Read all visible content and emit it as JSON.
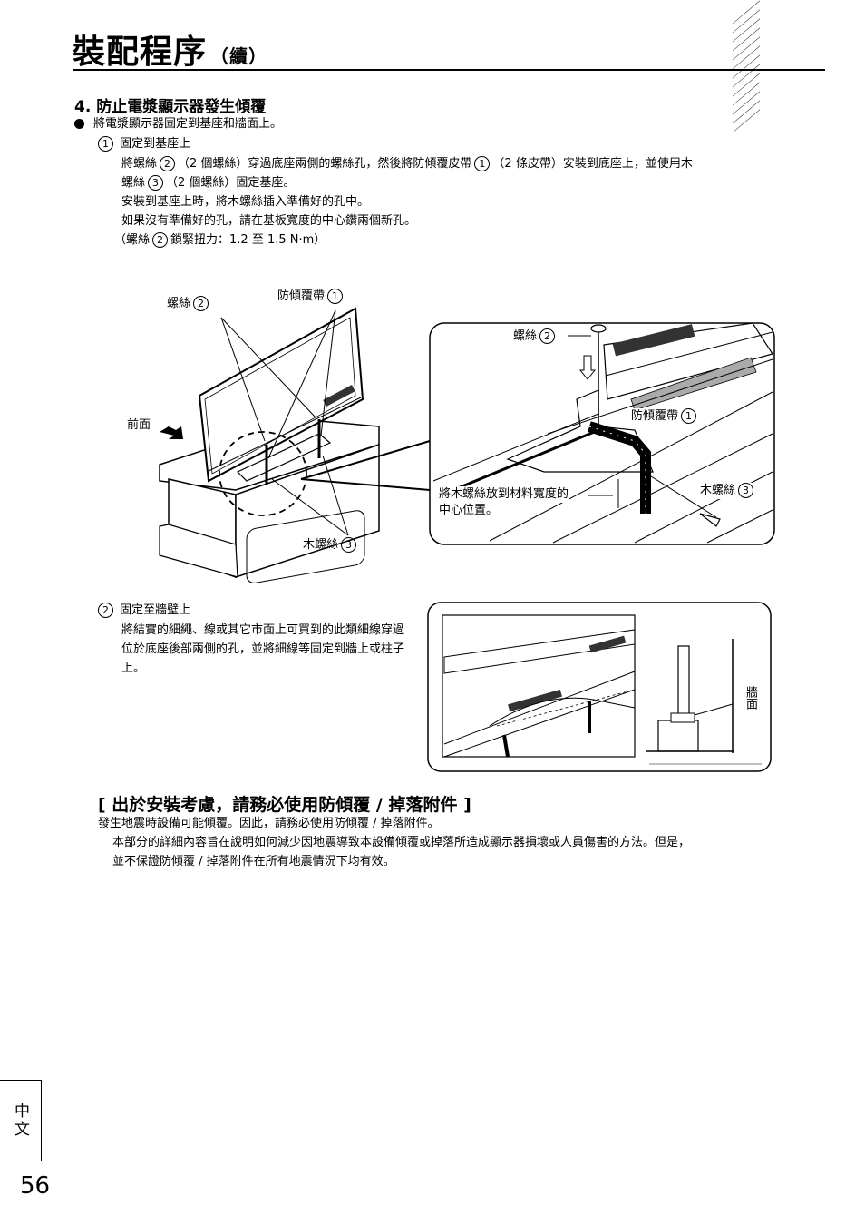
{
  "header": {
    "title": "裝配程序",
    "title_suffix": "（續）"
  },
  "section4": {
    "heading": "4. 防止電漿顯示器發生傾覆",
    "intro": "將電漿顯示器固定到基座和牆面上。",
    "step1": {
      "num": "1",
      "title": "固定到基座上",
      "line1_a": "將螺絲",
      "line1_num_screw": "2",
      "line1_b": "（2 個螺絲）穿過底座兩側的螺絲孔，然後將防傾覆皮帶",
      "line1_num_belt": "1",
      "line1_c": "（2 條皮帶）安裝到底座上，並使用木",
      "line2_a": "螺絲",
      "line2_num": "3",
      "line2_b": "（2 個螺絲）固定基座。",
      "line3": "安裝到基座上時，將木螺絲插入準備好的孔中。",
      "line4": "如果沒有準備好的孔，請在基板寬度的中心鑽兩個新孔。",
      "torque_a": "（螺絲",
      "torque_num": "2",
      "torque_b": "鎖緊扭力：1.2 至 1.5 N·m）"
    },
    "figure1": {
      "label_screw": "螺絲",
      "label_screw_num": "2",
      "label_belt": "防傾覆帶",
      "label_belt_num": "1",
      "label_front": "前面",
      "label_wood_screw": "木螺絲",
      "label_wood_screw_num": "3"
    },
    "figure2": {
      "label_screw": "螺絲",
      "label_screw_num": "2",
      "label_belt": "防傾覆帶",
      "label_belt_num": "1",
      "label_wood_screw": "木螺絲",
      "label_wood_screw_num": "3",
      "label_center_1": "將木螺絲放到材料寬度的",
      "label_center_2": "中心位置。"
    },
    "step2": {
      "num": "2",
      "title": "固定至牆壁上",
      "body": "將結實的細繩、線或其它市面上可買到的此類細線穿過位於底座後部兩側的孔，並將細線等固定到牆上或柱子上。"
    },
    "figure3": {
      "label_wall": "牆面"
    }
  },
  "notice": {
    "heading": "[ 出於安裝考慮，請務必使用防傾覆 / 掉落附件 ]",
    "line1": "發生地震時設備可能傾覆。因此，請務必使用防傾覆 / 掉落附件。",
    "line2": "本部分的詳細內容旨在說明如何減少因地震導致本設備傾覆或掉落所造成顯示器損壞或人員傷害的方法。但是，",
    "line3": "並不保證防傾覆 / 掉落附件在所有地震情況下均有效。"
  },
  "footer": {
    "language_tab": "中文",
    "page_number": "56"
  }
}
